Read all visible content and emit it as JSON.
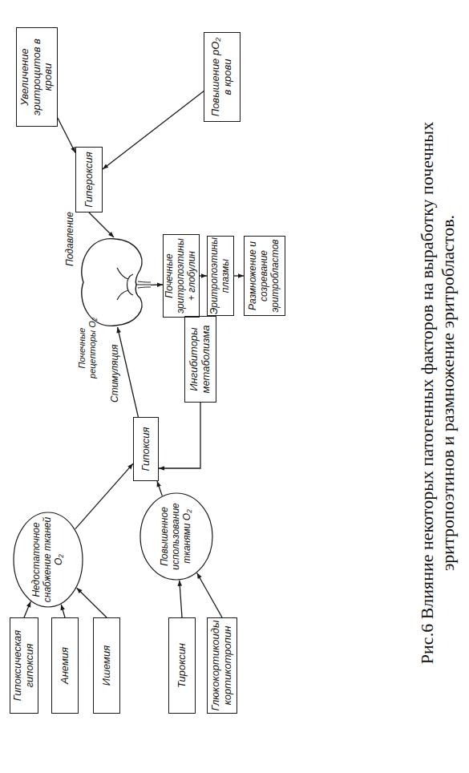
{
  "diagram": {
    "caption": "Рис.6 Влияние некоторых патогенных факторов на выработку почечных эритропоэтинов и размножение эритробластов.",
    "nodes": [
      {
        "text": [
          "Гипоксическая гипоксия"
        ]
      },
      {
        "text": [
          "Анемия"
        ]
      },
      {
        "text": [
          "Ишемия"
        ]
      },
      {
        "text": [
          "Недостаточное снабжение тканей O₂"
        ]
      },
      {
        "text": [
          "Тироксин"
        ]
      },
      {
        "text": [
          "Глюкокортикоиды кортикотропин"
        ]
      },
      {
        "text": [
          "Повышенное использование тканями O₂"
        ]
      },
      {
        "text": [
          "Гипоксия"
        ]
      },
      {
        "text": [
          "Ингибиторы метаболизма"
        ]
      },
      {
        "text": [
          "Почечные рецепторы O₂"
        ]
      },
      {
        "text": [
          "Увеличение эритроцитов в крови"
        ]
      },
      {
        "text": [
          "Повышение pO₂ в крови"
        ]
      },
      {
        "text": [
          "Гипероксия"
        ]
      },
      {
        "text": [
          "Почечные эритропоэтины + глобулин"
        ]
      },
      {
        "text": [
          "Эритропоэтины плазмы"
        ]
      },
      {
        "text": [
          "Размножение и созревание эритробластов"
        ]
      }
    ],
    "edges": [
      {
        "from": 0,
        "to": 3,
        "arrow": "to"
      },
      {
        "from": 1,
        "to": 3,
        "arrow": "to"
      },
      {
        "from": 2,
        "to": 3,
        "arrow": "to"
      },
      {
        "from": 4,
        "to": 6,
        "arrow": "to"
      },
      {
        "from": 5,
        "to": 6,
        "arrow": "to"
      },
      {
        "from": 3,
        "to": 7,
        "arrow": "to"
      },
      {
        "from": 6,
        "to": 7,
        "arrow": "to"
      },
      {
        "from": 8,
        "to": 7,
        "arrow": "to"
      },
      {
        "from": 7,
        "to": 9,
        "label": "Стимуляция",
        "arrow": "to"
      },
      {
        "from": 12,
        "to": 9,
        "label": "Подавление",
        "arrow": "to"
      },
      {
        "from": 10,
        "to": 12,
        "arrow": "to"
      },
      {
        "from": 11,
        "to": 12,
        "arrow": "to"
      },
      {
        "from": 9,
        "to": 13,
        "arrow": "to"
      },
      {
        "from": 13,
        "to": 14,
        "arrow": "to"
      },
      {
        "from": 14,
        "to": 15,
        "arrow": "to"
      }
    ]
  }
}
